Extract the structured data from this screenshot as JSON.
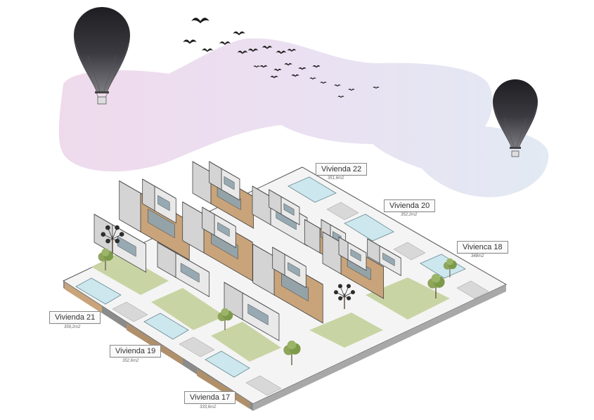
{
  "viviendas": [
    {
      "label": "Vivienda 22",
      "area": "351,6m2"
    },
    {
      "label": "Vivienda 20",
      "area": "352,2m2"
    },
    {
      "label": "Vivienca 18",
      "area": "348m2"
    },
    {
      "label": "Vivienda 21",
      "area": "359,2m2"
    },
    {
      "label": "Vivienda 19",
      "area": "352,6m2"
    },
    {
      "label": "Vivienda 17",
      "area": "333,6m2"
    }
  ],
  "colors": {
    "cloud_pink": "#ecd4e9",
    "cloud_blue": "#dde6f1",
    "balloon_dark": "#2b2b30",
    "wood": "#c9a47a",
    "grass": "#c7d3a0",
    "pool": "#cde7ee"
  },
  "icons": [
    "hot-air-balloon-icon",
    "bird-icon",
    "tree-icon"
  ]
}
